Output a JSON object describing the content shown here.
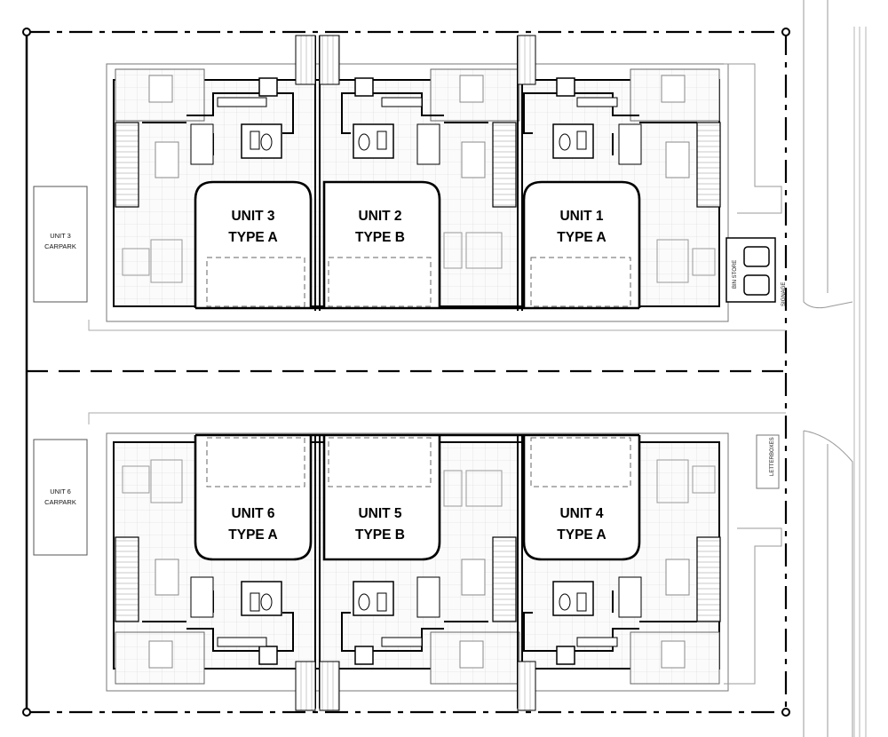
{
  "units": [
    {
      "id": "unit-3",
      "name": "UNIT 3",
      "type": "TYPE A"
    },
    {
      "id": "unit-2",
      "name": "UNIT 2",
      "type": "TYPE B"
    },
    {
      "id": "unit-1",
      "name": "UNIT 1",
      "type": "TYPE A"
    },
    {
      "id": "unit-6",
      "name": "UNIT 6",
      "type": "TYPE A"
    },
    {
      "id": "unit-5",
      "name": "UNIT 5",
      "type": "TYPE B"
    },
    {
      "id": "unit-4",
      "name": "UNIT 4",
      "type": "TYPE A"
    }
  ],
  "carparks": [
    {
      "line1": "UNIT 3",
      "line2": "CARPARK"
    },
    {
      "line1": "UNIT 6",
      "line2": "CARPARK"
    }
  ],
  "labels": {
    "bin_store": "BIN STORE",
    "signage": "SIGNAGE",
    "letterboxes": "LETTERBOXES"
  }
}
